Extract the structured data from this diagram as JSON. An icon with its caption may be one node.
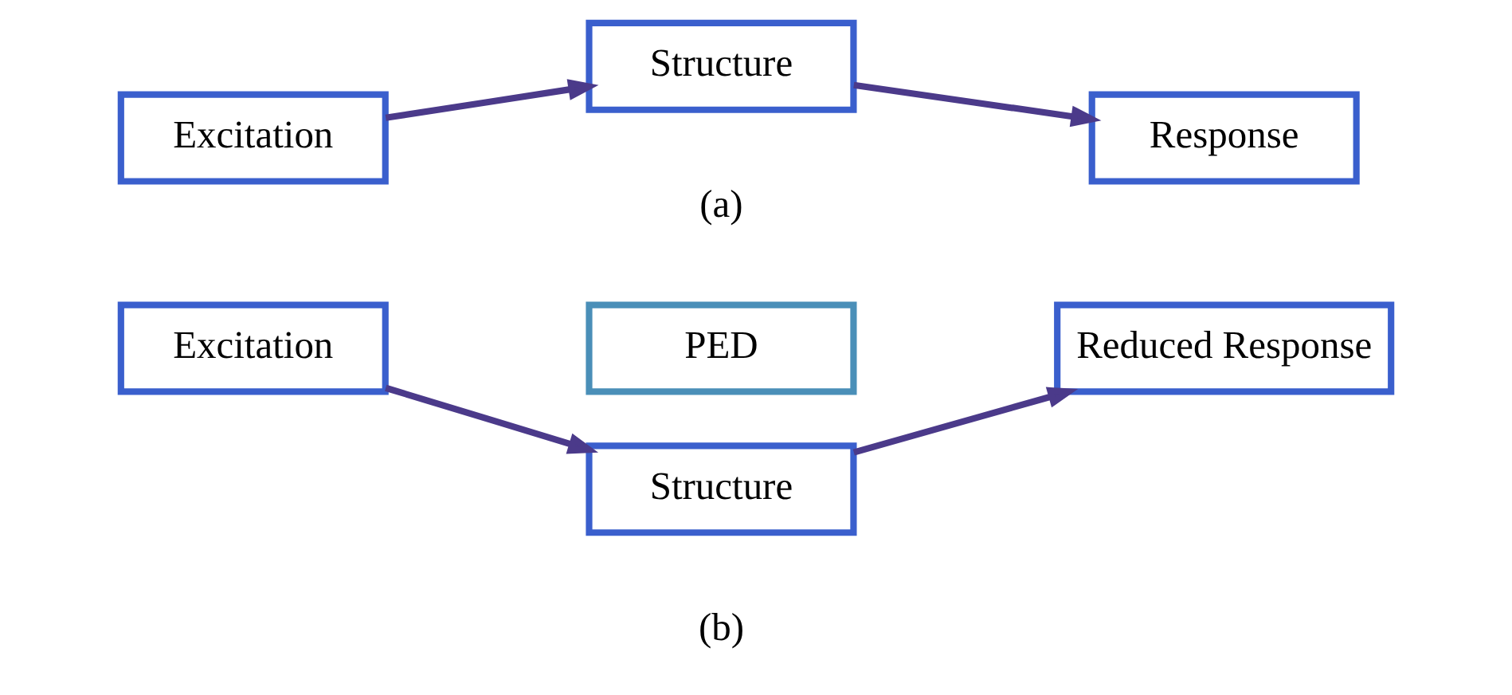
{
  "diagram": {
    "nodes": [
      {
        "text": [
          "Excitation"
        ]
      },
      {
        "text": [
          "Structure"
        ]
      },
      {
        "text": [
          "Response"
        ]
      },
      {
        "text": [
          "Excitation"
        ]
      },
      {
        "text": [
          "PED"
        ]
      },
      {
        "text": [
          "Structure"
        ]
      },
      {
        "text": [
          "Reduced Response"
        ]
      }
    ],
    "edges": [
      {
        "from": 0,
        "to": 1,
        "arrow": "to"
      },
      {
        "from": 1,
        "to": 2,
        "arrow": "to"
      },
      {
        "from": 3,
        "to": 5,
        "arrow": "to"
      },
      {
        "from": 5,
        "to": 6,
        "arrow": "to"
      }
    ],
    "labels": [
      "(a)",
      "(b)"
    ]
  }
}
